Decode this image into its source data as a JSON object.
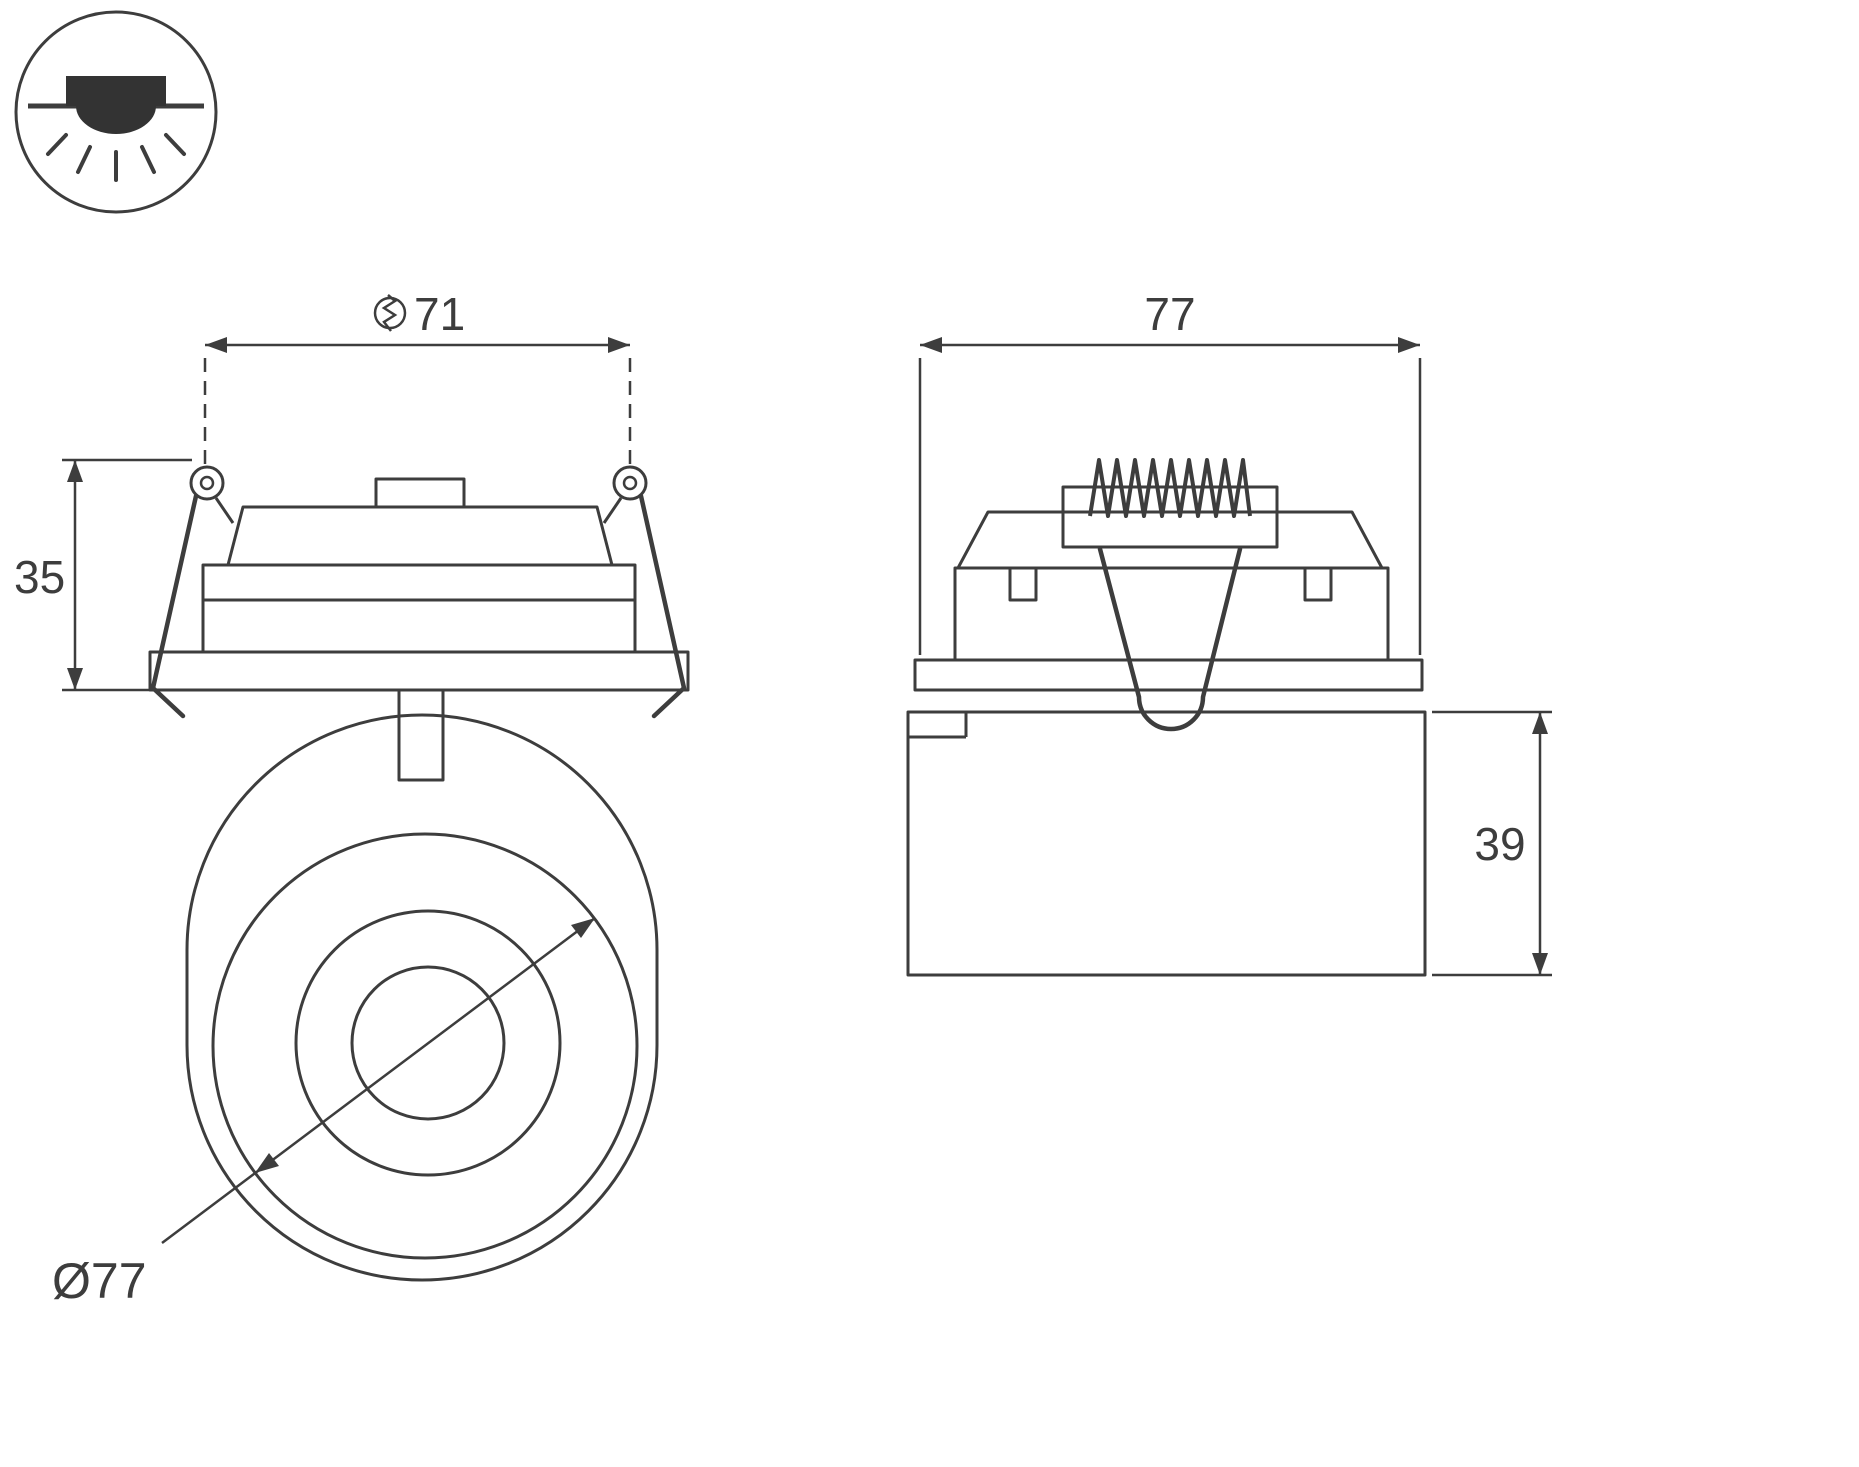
{
  "icon_legend": {
    "mount_type": "recessed-mount-downlight"
  },
  "front_view": {
    "dim_cutout": "71",
    "dim_depth": "35",
    "dim_head_diameter": "Ø77"
  },
  "side_view": {
    "dim_width": "77",
    "dim_height": "39"
  },
  "colors": {
    "line": "#3d3d3d",
    "background": "#ffffff"
  }
}
